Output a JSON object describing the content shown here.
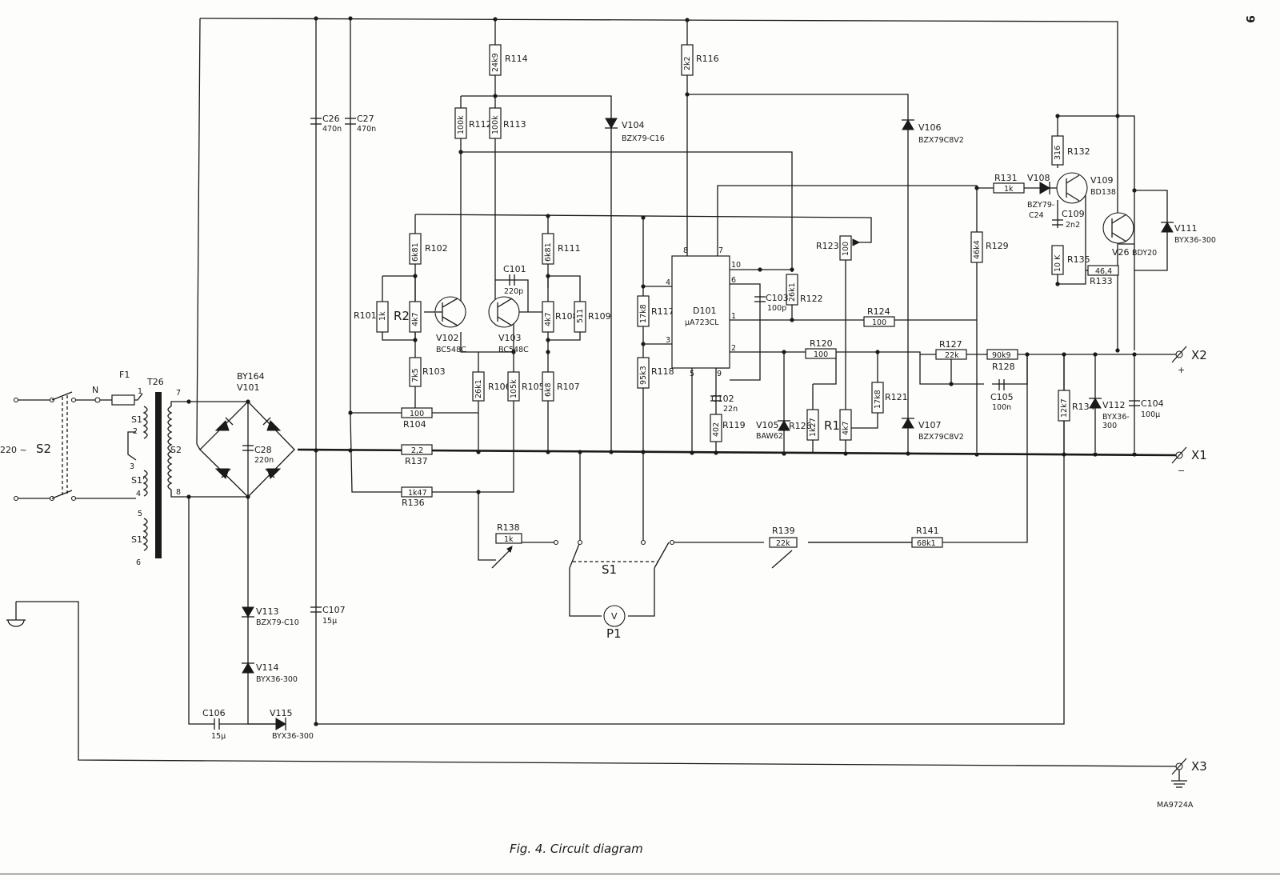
{
  "caption": "Fig. 4.  Circuit diagram",
  "page_number": "9",
  "drawing_code": "MA9724A",
  "terminals": [
    {
      "id": "x2",
      "label": "X2",
      "polarity": "+"
    },
    {
      "id": "x1",
      "label": "X1",
      "polarity": "−"
    },
    {
      "id": "x3",
      "label": "X3",
      "polarity": ""
    }
  ],
  "mains": {
    "voltage": "220 ~",
    "switch": "S2",
    "fuse": "F1",
    "neutral": "N"
  },
  "transformer": {
    "ref": "T26",
    "windings": [
      "S1",
      "S1'",
      "S1'",
      "S2"
    ],
    "pins": [
      "1",
      "2",
      "3",
      "4",
      "5",
      "6",
      "7",
      "8"
    ]
  },
  "bridge": {
    "ref": "V101",
    "type": "BY164"
  },
  "resistors": [
    {
      "ref": "R114",
      "value": "24k9"
    },
    {
      "ref": "R116",
      "value": "2k2"
    },
    {
      "ref": "R112",
      "value": "100k"
    },
    {
      "ref": "R113",
      "value": "100k"
    },
    {
      "ref": "R102",
      "value": "6k81"
    },
    {
      "ref": "R111",
      "value": "6k81"
    },
    {
      "ref": "R101",
      "value": "1k"
    },
    {
      "ref": "R2",
      "value": "4k7"
    },
    {
      "ref": "R108",
      "value": "4k7"
    },
    {
      "ref": "R109",
      "value": "511"
    },
    {
      "ref": "R103",
      "value": "7k5"
    },
    {
      "ref": "R104",
      "value": "100"
    },
    {
      "ref": "R106",
      "value": "26k1"
    },
    {
      "ref": "R105",
      "value": "105k"
    },
    {
      "ref": "R107",
      "value": "6k8"
    },
    {
      "ref": "R117",
      "value": "17k8"
    },
    {
      "ref": "R118",
      "value": "95k3"
    },
    {
      "ref": "R122",
      "value": "26k1"
    },
    {
      "ref": "R123",
      "value": "100"
    },
    {
      "ref": "R124",
      "value": "100"
    },
    {
      "ref": "R120",
      "value": "100"
    },
    {
      "ref": "R121",
      "value": "17k8"
    },
    {
      "ref": "R126",
      "value": "1k27"
    },
    {
      "ref": "R1",
      "value": "4k7"
    },
    {
      "ref": "R119",
      "value": "402"
    },
    {
      "ref": "R129",
      "value": "46k4"
    },
    {
      "ref": "R131",
      "value": "1k"
    },
    {
      "ref": "R132",
      "value": "316"
    },
    {
      "ref": "R135",
      "value": "10 K"
    },
    {
      "ref": "R133",
      "value": "46,4"
    },
    {
      "ref": "R127",
      "value": "22k"
    },
    {
      "ref": "R128",
      "value": "90k9"
    },
    {
      "ref": "R134",
      "value": "12k7"
    },
    {
      "ref": "R137",
      "value": "2,2"
    },
    {
      "ref": "R136",
      "value": "1k47"
    },
    {
      "ref": "R138",
      "value": "1k"
    },
    {
      "ref": "R139",
      "value": "22k"
    },
    {
      "ref": "R141",
      "value": "68k1"
    }
  ],
  "capacitors": [
    {
      "ref": "C26",
      "value": "470n"
    },
    {
      "ref": "C27",
      "value": "470n"
    },
    {
      "ref": "C28",
      "value": "220n"
    },
    {
      "ref": "C101",
      "value": "220p"
    },
    {
      "ref": "C103",
      "value": "100p"
    },
    {
      "ref": "C102",
      "value": "22n"
    },
    {
      "ref": "C105",
      "value": "100n"
    },
    {
      "ref": "C104",
      "value": "100μ"
    },
    {
      "ref": "C109",
      "value": "2n2"
    },
    {
      "ref": "C107",
      "value": "15μ"
    },
    {
      "ref": "C106",
      "value": "15μ"
    }
  ],
  "diodes": [
    {
      "ref": "V104",
      "type": "BZX79-C16"
    },
    {
      "ref": "V106",
      "type": "BZX79C8V2"
    },
    {
      "ref": "V107",
      "type": "BZX79C8V2"
    },
    {
      "ref": "V105",
      "type": "BAW62"
    },
    {
      "ref": "V108",
      "type": "BZY79-",
      "type2": "C24"
    },
    {
      "ref": "V111",
      "type": "BYX36-300"
    },
    {
      "ref": "V112",
      "type": "BYX36-",
      "type2": "300"
    },
    {
      "ref": "V113",
      "type": "BZX79-C10"
    },
    {
      "ref": "V114",
      "type": "BYX36-300"
    },
    {
      "ref": "V115",
      "type": "BYX36-300"
    }
  ],
  "transistors": [
    {
      "ref": "V102",
      "type": "BC548C"
    },
    {
      "ref": "V103",
      "type": "BC548C"
    },
    {
      "ref": "V109",
      "type": "BD138"
    },
    {
      "ref": "V26",
      "type": "BDY20"
    }
  ],
  "ic": {
    "ref": "D101",
    "type": "μA723CL",
    "pins": [
      "8",
      "7",
      "10",
      "6",
      "4",
      "1",
      "3",
      "2",
      "5",
      "9"
    ]
  },
  "switch_s1": "S1",
  "meter": {
    "ref": "P1",
    "symbol": "V"
  }
}
